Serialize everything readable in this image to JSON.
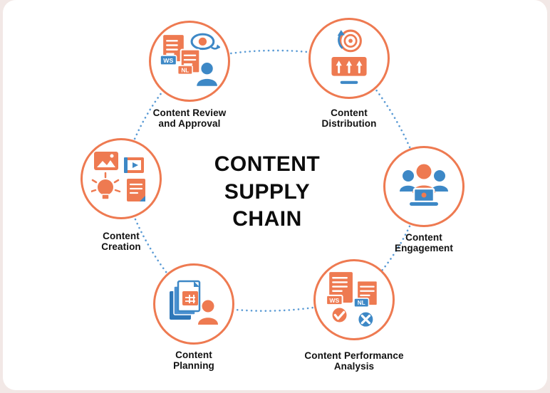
{
  "page": {
    "background": "#f2e8e6",
    "card_background": "#ffffff"
  },
  "colors": {
    "orange": "#ee7a51",
    "blue": "#3d88c6",
    "dotted_line": "#5b9bd5",
    "text": "#111111"
  },
  "center_title": {
    "line1": "CONTENT",
    "line2": "SUPPLY",
    "line3": "CHAIN"
  },
  "nodes": [
    {
      "id": "content-review-approval",
      "label_line1": "Content Review",
      "label_line2": "and Approval",
      "icons": [
        "document-ws-icon",
        "document-nl-icon",
        "eye-review-icon",
        "person-icon"
      ],
      "tags": {
        "ws": "WS",
        "nl": "NL"
      }
    },
    {
      "id": "content-distribution",
      "label_line1": "Content",
      "label_line2": "Distribution",
      "icons": [
        "target-arrow-icon",
        "upload-box-icon",
        "underline-bar"
      ]
    },
    {
      "id": "content-engagement",
      "label_line1": "Content",
      "label_line2": "Engagement",
      "icons": [
        "people-group-icon",
        "laptop-icon"
      ]
    },
    {
      "id": "content-performance-analysis",
      "label_line1": "Content Performance",
      "label_line2": "Analysis",
      "icons": [
        "document-ws-icon",
        "document-nl-icon",
        "check-circle-icon",
        "x-circle-icon"
      ],
      "tags": {
        "ws": "WS",
        "nl": "NL"
      }
    },
    {
      "id": "content-planning",
      "label_line1": "Content",
      "label_line2": "Planning",
      "icons": [
        "stacked-pages-icon",
        "calendar-icon",
        "person-icon"
      ]
    },
    {
      "id": "content-creation",
      "label_line1": "Content",
      "label_line2": "Creation",
      "icons": [
        "image-icon",
        "video-icon",
        "lightbulb-icon",
        "document-icon"
      ]
    }
  ]
}
